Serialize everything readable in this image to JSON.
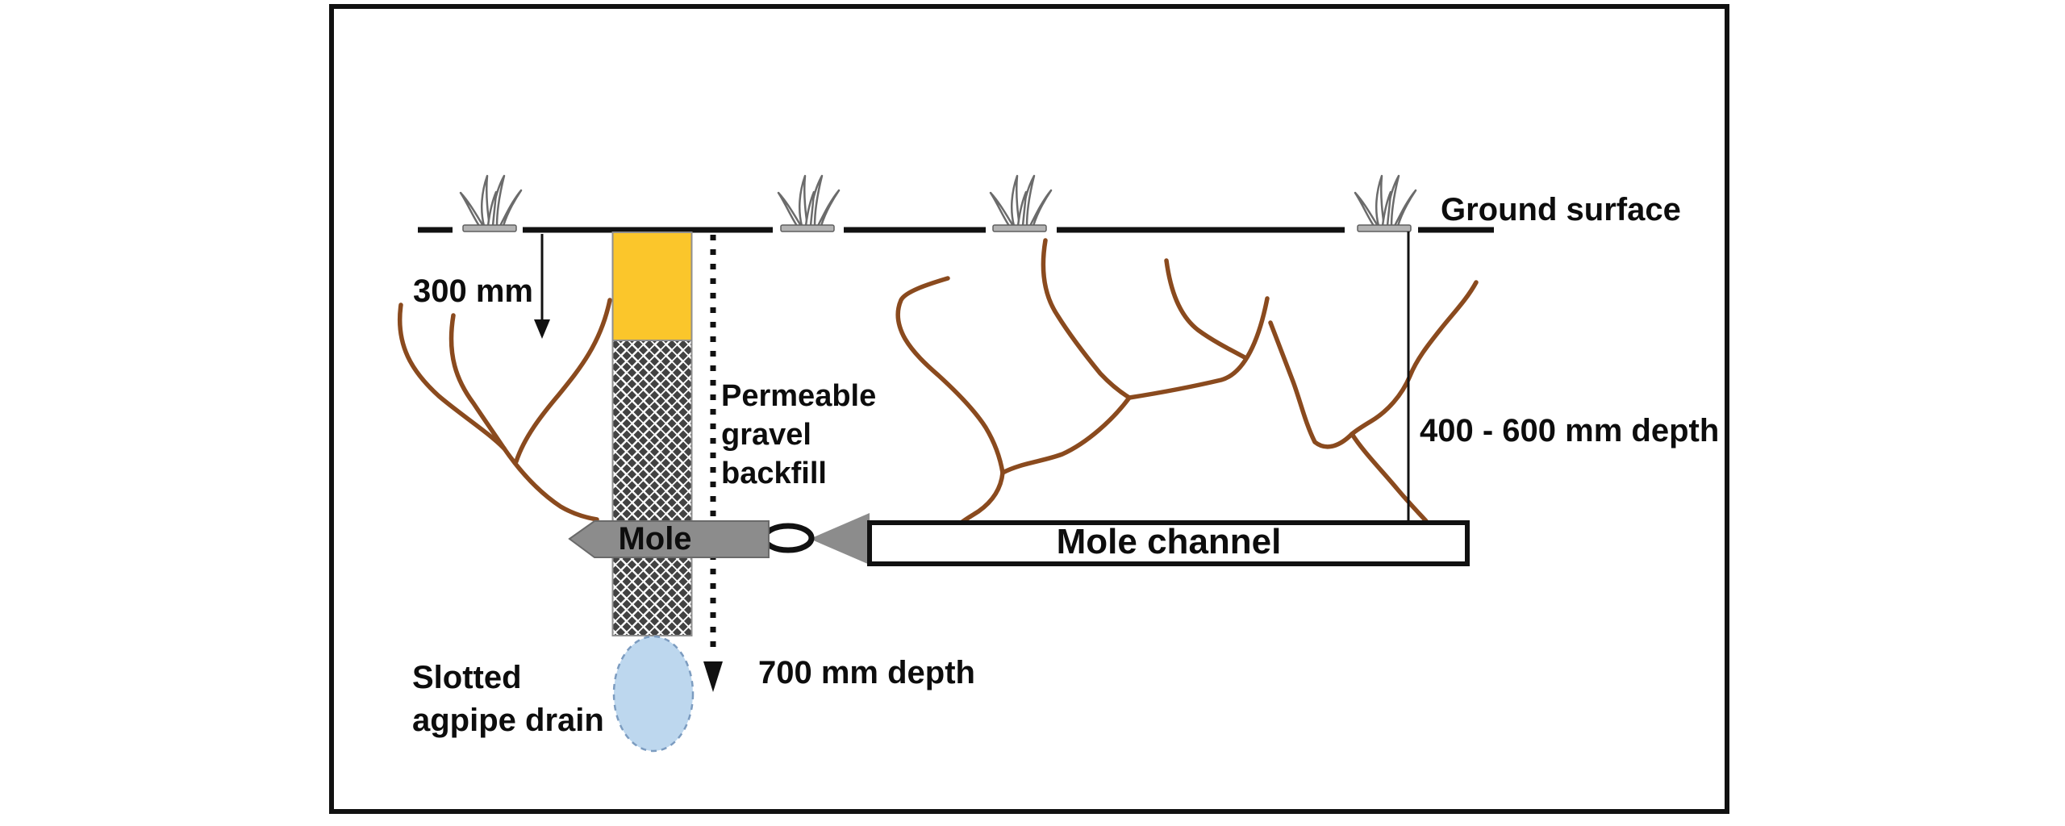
{
  "figure": {
    "title": "Mole drainage cross-section diagram",
    "labels": {
      "ground_surface": "Ground surface",
      "depth_300": "300 mm",
      "permeable_backfill": "Permeable\ngravel\nbackfill",
      "mole": "Mole",
      "mole_channel": "Mole channel",
      "depth_400_600": "400 - 600 mm depth",
      "depth_700": "700 mm depth",
      "slotted_agpipe": "Slotted\nagpipe drain"
    },
    "icons": {
      "grass_tuft_count": 4,
      "soil_crack_clusters": 3
    },
    "colors": {
      "line_black": "#111111",
      "topsoil_yellow": "#fbc62b",
      "gravel_dot": "#424242",
      "root_brown": "#8a4a1e",
      "machine_gray": "#8c8c8c",
      "drain_blue": "#bdd7ee",
      "drain_blue_border": "#7c9cc0"
    }
  }
}
